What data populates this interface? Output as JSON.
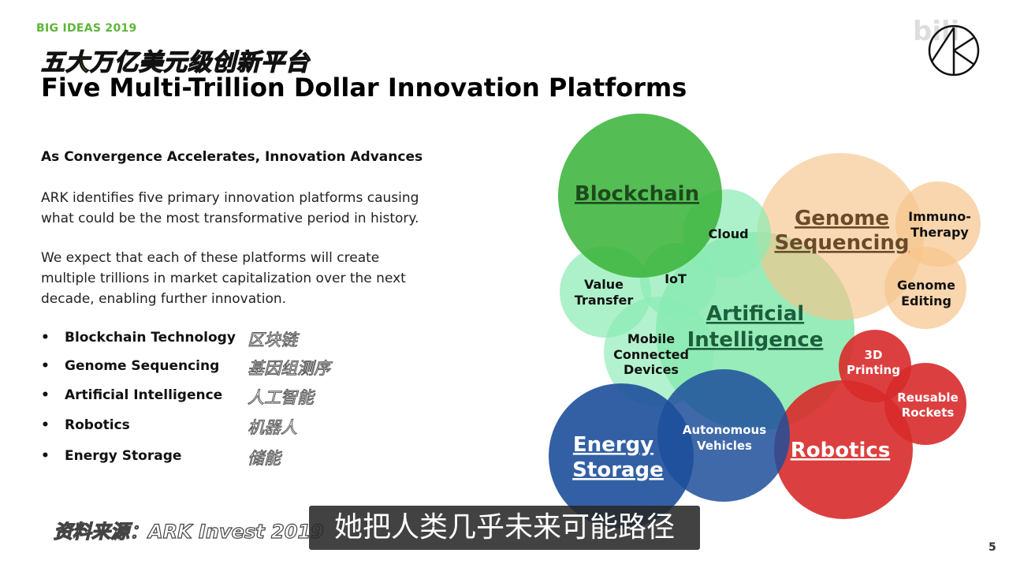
{
  "header": {
    "tag": "BIG IDEAS 2019",
    "title_cn": "五大万亿美元级创新平台",
    "title_en": "Five Multi-Trillion Dollar Innovation Platforms"
  },
  "body": {
    "subhead": "As Convergence Accelerates, Innovation Advances",
    "para1": "ARK identifies five primary innovation platforms causing what could be the most transformative period in history.",
    "para2": "We expect that each of these platforms will create multiple trillions in market capitalization over the next decade, enabling further innovation.",
    "bullets": [
      {
        "en": "Blockchain Technology",
        "cn": "区块链"
      },
      {
        "en": "Genome Sequencing",
        "cn": "基因组测序"
      },
      {
        "en": "Artificial Intelligence",
        "cn": "人工智能"
      },
      {
        "en": "Robotics",
        "cn": "机器人"
      },
      {
        "en": "Energy Storage",
        "cn": "储能"
      }
    ],
    "bullet_symbol": "•"
  },
  "source": "资料来源：ARK Invest 2019",
  "subtitle": "她把人类几乎未来可能路径",
  "page_number": "5",
  "watermark": "bili",
  "diagram": {
    "blockchain": "Blockchain",
    "cloud": "Cloud",
    "iot": "IoT",
    "value": "Value",
    "transfer": "Transfer",
    "ai_1": "Artificial",
    "ai_2": "Intelligence",
    "mobile_1": "Mobile",
    "mobile_2": "Connected",
    "mobile_3": "Devices",
    "genome_1": "Genome",
    "genome_2": "Sequencing",
    "immuno_1": "Immuno-",
    "immuno_2": "Therapy",
    "editing_1": "Genome",
    "editing_2": "Editing",
    "printing_1": "3D",
    "printing_2": "Printing",
    "rockets_1": "Reusable",
    "rockets_2": "Rockets",
    "robotics": "Robotics",
    "energy_1": "Energy",
    "energy_2": "Storage",
    "auto_1": "Autonomous",
    "auto_2": "Vehicles"
  },
  "colors": {
    "blockchain": "#3cb43c",
    "ai": "#7ee7a8",
    "genome": "#f6c48c",
    "robotics": "#d82a2a",
    "energy": "#1d4f9a",
    "tag": "#5fb53a",
    "title_cn": "#e8a81c"
  }
}
